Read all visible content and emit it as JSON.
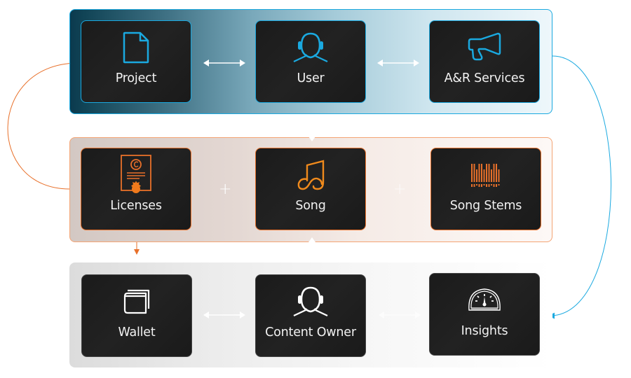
{
  "diagram": {
    "layers": [
      {
        "id": "top",
        "accent": "#1aa9e0",
        "nodes": [
          {
            "label": "Project",
            "icon": "document-icon"
          },
          {
            "label": "User",
            "icon": "headset-user-icon"
          },
          {
            "label": "A&R Services",
            "icon": "megaphone-icon"
          }
        ],
        "connectors": [
          "bidirectional-arrow",
          "bidirectional-arrow"
        ]
      },
      {
        "id": "middle",
        "accent": "#e8702a",
        "nodes": [
          {
            "label": "Licenses",
            "icon": "certificate-icon"
          },
          {
            "label": "Song",
            "icon": "music-note-icon"
          },
          {
            "label": "Song Stems",
            "icon": "audio-stems-icon"
          }
        ],
        "connectors": [
          "+",
          "+"
        ]
      },
      {
        "id": "bottom",
        "accent": "#ffffff",
        "nodes": [
          {
            "label": "Wallet",
            "icon": "wallet-icon"
          },
          {
            "label": "Content Owner",
            "icon": "headset-user-icon"
          },
          {
            "label": "Insights",
            "icon": "gauge-icon"
          }
        ],
        "connectors": [
          "bidirectional-arrow",
          "bidirectional-arrow"
        ]
      }
    ],
    "edges": [
      {
        "from": "Licenses",
        "to": "Project",
        "color": "#e8702a"
      },
      {
        "from": "A&R Services",
        "to": "Insights",
        "color": "#1aa9e0"
      },
      {
        "from": "Licenses",
        "to": "Wallet",
        "color": "#e8702a"
      }
    ]
  }
}
